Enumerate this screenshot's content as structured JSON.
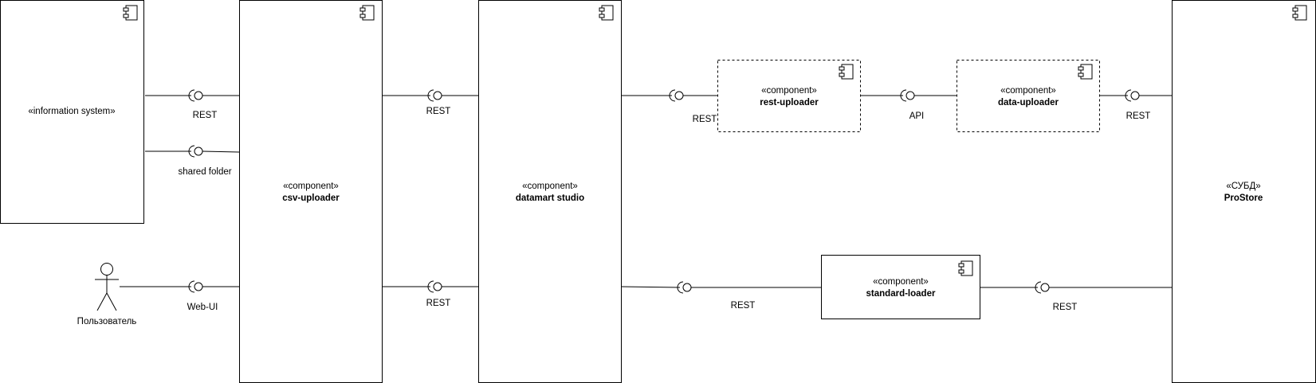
{
  "components": {
    "information_system": {
      "stereotype": "«information system»"
    },
    "csv_uploader": {
      "stereotype": "«component»",
      "name": "csv-uploader"
    },
    "datamart_studio": {
      "stereotype": "«component»",
      "name": "datamart studio"
    },
    "rest_uploader": {
      "stereotype": "«component»",
      "name": "rest-uploader"
    },
    "data_uploader": {
      "stereotype": "«component»",
      "name": "data-uploader"
    },
    "standard_loader": {
      "stereotype": "«component»",
      "name": "standard-loader"
    },
    "prostore": {
      "stereotype": "«СУБД»",
      "name": "ProStore"
    }
  },
  "actor": {
    "label": "Пользователь"
  },
  "interfaces": {
    "is_csv_rest": "REST",
    "is_csv_shared": "shared folder",
    "user_csv_webui": "Web-UI",
    "csv_dms_rest_top": "REST",
    "csv_dms_rest_bottom": "REST",
    "dms_rest_uploader": "REST",
    "rest_data_api": "API",
    "data_prostore_rest": "REST",
    "dms_standard_rest": "REST",
    "standard_prostore_rest": "REST"
  }
}
